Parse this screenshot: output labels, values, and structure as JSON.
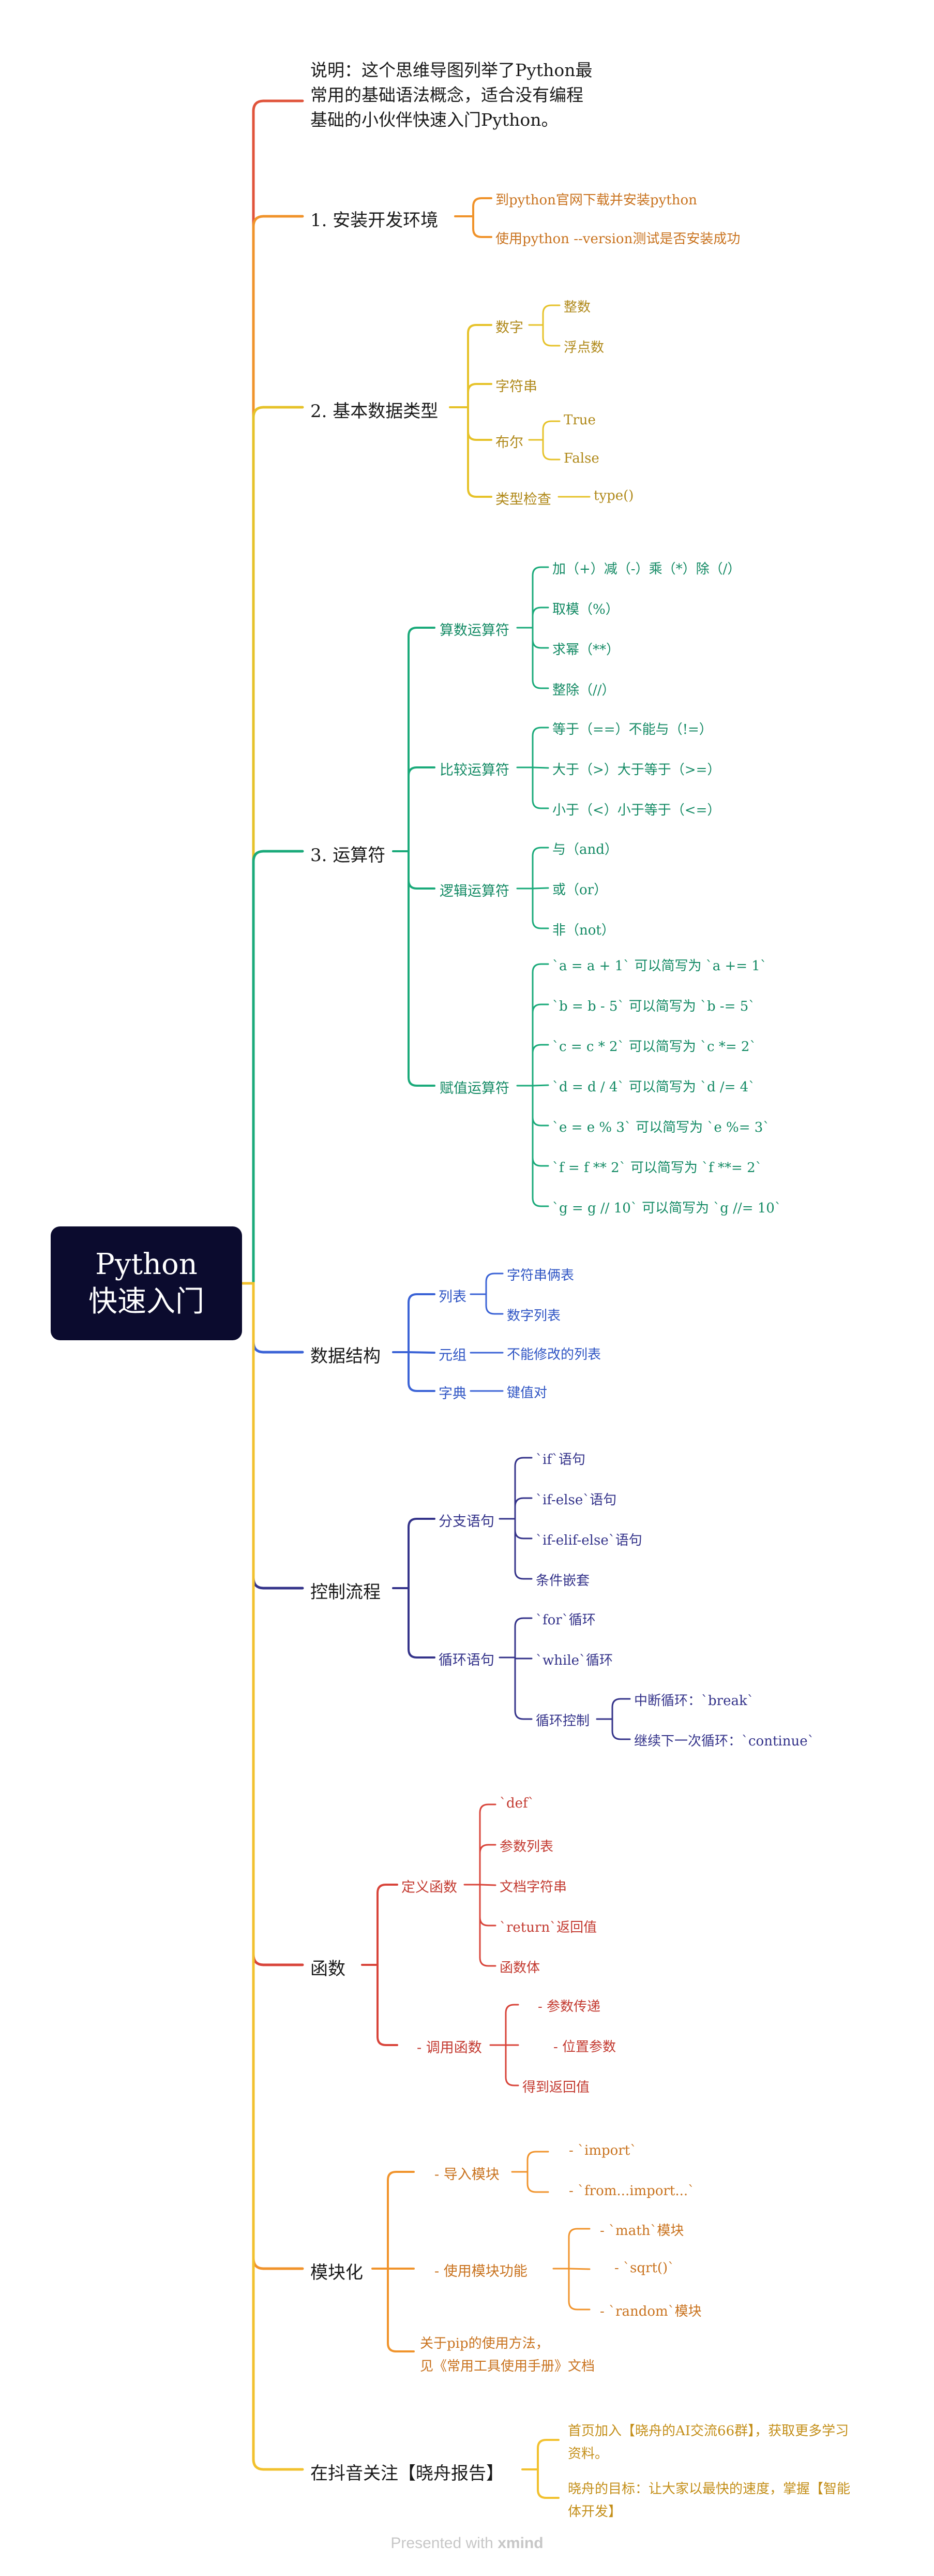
{
  "root": {
    "label": "Python\n快速入门"
  },
  "colors": {
    "background": "#ffffff",
    "root": "#0b0b2e",
    "branch_intro": "#e0533a",
    "branch_env": "#f0932b",
    "branch_types": "#e6c229",
    "branch_ops": "#1aaa7a",
    "branch_ds": "#3b63d6",
    "branch_flow": "#34338a",
    "branch_func": "#d8443a",
    "branch_mod": "#f0932b",
    "branch_follow": "#f2c12e"
  },
  "branches": [
    {
      "id": "intro",
      "label": "说明：这个思维导图列举了Python最\n常用的基础语法概念，适合没有编程\n基础的小伙伴快速入门Python。",
      "children": []
    },
    {
      "id": "env",
      "label": "1. 安装开发环境",
      "children": [
        {
          "label": "到python官网下载并安装python"
        },
        {
          "label": "使用python --version测试是否安装成功"
        }
      ]
    },
    {
      "id": "types",
      "label": "2. 基本数据类型",
      "children": [
        {
          "label": "数字",
          "children": [
            {
              "label": "整数"
            },
            {
              "label": "浮点数"
            }
          ]
        },
        {
          "label": "字符串"
        },
        {
          "label": "布尔",
          "children": [
            {
              "label": "True"
            },
            {
              "label": "False"
            }
          ]
        },
        {
          "label": "类型检查",
          "children": [
            {
              "label": "type()"
            }
          ]
        }
      ]
    },
    {
      "id": "ops",
      "label": "3. 运算符",
      "children": [
        {
          "label": "算数运算符",
          "children": [
            {
              "label": "加（+）减（-）乘（*）除（/）"
            },
            {
              "label": "取模（%）"
            },
            {
              "label": "求幂（**）"
            },
            {
              "label": "整除（//）"
            }
          ]
        },
        {
          "label": "比较运算符",
          "children": [
            {
              "label": "等于（==）不能与（!=）"
            },
            {
              "label": "大于（>）大于等于（>=）"
            },
            {
              "label": "小于（<）小于等于（<=）"
            }
          ]
        },
        {
          "label": "逻辑运算符",
          "children": [
            {
              "label": "与（and）"
            },
            {
              "label": "或（or）"
            },
            {
              "label": "非（not）"
            }
          ]
        },
        {
          "label": "赋值运算符",
          "children": [
            {
              "label": "`a = a + 1` 可以简写为 `a += 1`"
            },
            {
              "label": "`b = b - 5` 可以简写为 `b -= 5`"
            },
            {
              "label": "`c = c * 2` 可以简写为 `c *= 2`"
            },
            {
              "label": "`d = d / 4` 可以简写为 `d /= 4`"
            },
            {
              "label": "`e = e % 3` 可以简写为 `e %= 3`"
            },
            {
              "label": "`f = f ** 2` 可以简写为 `f **= 2`"
            },
            {
              "label": "`g = g // 10` 可以简写为 `g //= 10`"
            }
          ]
        }
      ]
    },
    {
      "id": "ds",
      "label": "数据结构",
      "children": [
        {
          "label": "列表",
          "children": [
            {
              "label": "字符串俩表"
            },
            {
              "label": "数字列表"
            }
          ]
        },
        {
          "label": "元组",
          "children": [
            {
              "label": "不能修改的列表"
            }
          ]
        },
        {
          "label": "字典",
          "children": [
            {
              "label": "键值对"
            }
          ]
        }
      ]
    },
    {
      "id": "flow",
      "label": "控制流程",
      "children": [
        {
          "label": "分支语句",
          "children": [
            {
              "label": "`if`语句"
            },
            {
              "label": "`if-else`语句"
            },
            {
              "label": "`if-elif-else`语句"
            },
            {
              "label": "条件嵌套"
            }
          ]
        },
        {
          "label": "循环语句",
          "children": [
            {
              "label": "`for`循环"
            },
            {
              "label": "`while`循环"
            },
            {
              "label": "循环控制",
              "children": [
                {
                  "label": "中断循环：`break`"
                },
                {
                  "label": "继续下一次循环：`continue`"
                }
              ]
            }
          ]
        }
      ]
    },
    {
      "id": "func",
      "label": "函数",
      "children": [
        {
          "label": "定义函数",
          "children": [
            {
              "label": "`def`"
            },
            {
              "label": "参数列表"
            },
            {
              "label": "文档字符串"
            },
            {
              "label": "`return`返回值"
            },
            {
              "label": "函数体"
            }
          ]
        },
        {
          "label": "- 调用函数",
          "children": [
            {
              "label": "- 参数传递"
            },
            {
              "label": "- 位置参数"
            },
            {
              "label": "得到返回值"
            }
          ]
        }
      ]
    },
    {
      "id": "mod",
      "label": "模块化",
      "children": [
        {
          "label": "- 导入模块",
          "children": [
            {
              "label": "- `import`"
            },
            {
              "label": "- `from...import...`"
            }
          ]
        },
        {
          "label": "- 使用模块功能",
          "children": [
            {
              "label": "- `math`模块"
            },
            {
              "label": "- `sqrt()`"
            },
            {
              "label": "- `random`模块"
            }
          ]
        },
        {
          "label": "关于pip的使用方法，\n见《常用工具使用手册》文档"
        }
      ]
    },
    {
      "id": "follow",
      "label": "在抖音关注【晓舟报告】",
      "children": [
        {
          "label": "首页加入【晓舟的AI交流66群】，获取更多学习\n资料。"
        },
        {
          "label": "晓舟的目标：让大家以最快的速度，掌握【智能\n体开发】"
        }
      ]
    }
  ],
  "footer": {
    "prefix": "Presented with",
    "brand": "xmind"
  }
}
